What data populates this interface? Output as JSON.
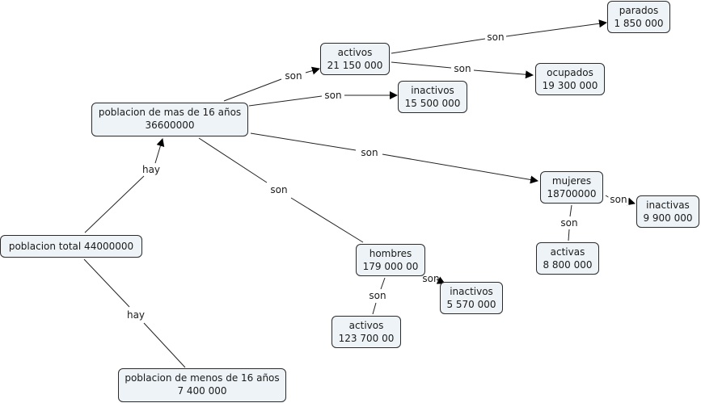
{
  "nodes": {
    "poblacion_total": {
      "line1": "poblacion total  44000000"
    },
    "mas16": {
      "line1": "poblacion de mas de 16 años",
      "line2": "36600000"
    },
    "menos16": {
      "line1": "poblacion de menos de 16 años",
      "line2": "7 400 000"
    },
    "activos": {
      "line1": "activos",
      "line2": "21 150 000"
    },
    "inactivos": {
      "line1": "inactivos",
      "line2": "15 500 000"
    },
    "parados": {
      "line1": "parados",
      "line2": "1 850 000"
    },
    "ocupados": {
      "line1": "ocupados",
      "line2": "19 300 000"
    },
    "mujeres": {
      "line1": "mujeres",
      "line2": "18700000"
    },
    "inactivas_m": {
      "line1": "inactivas",
      "line2": "9 900 000"
    },
    "activas_m": {
      "line1": "activas",
      "line2": "8 800 000"
    },
    "hombres": {
      "line1": "hombres",
      "line2": "179 000 00"
    },
    "inactivos_h": {
      "line1": "inactivos",
      "line2": "5 570 000"
    },
    "activos_h": {
      "line1": "activos",
      "line2": "123 700 00"
    }
  },
  "links": {
    "hay": "hay",
    "son": "son"
  }
}
